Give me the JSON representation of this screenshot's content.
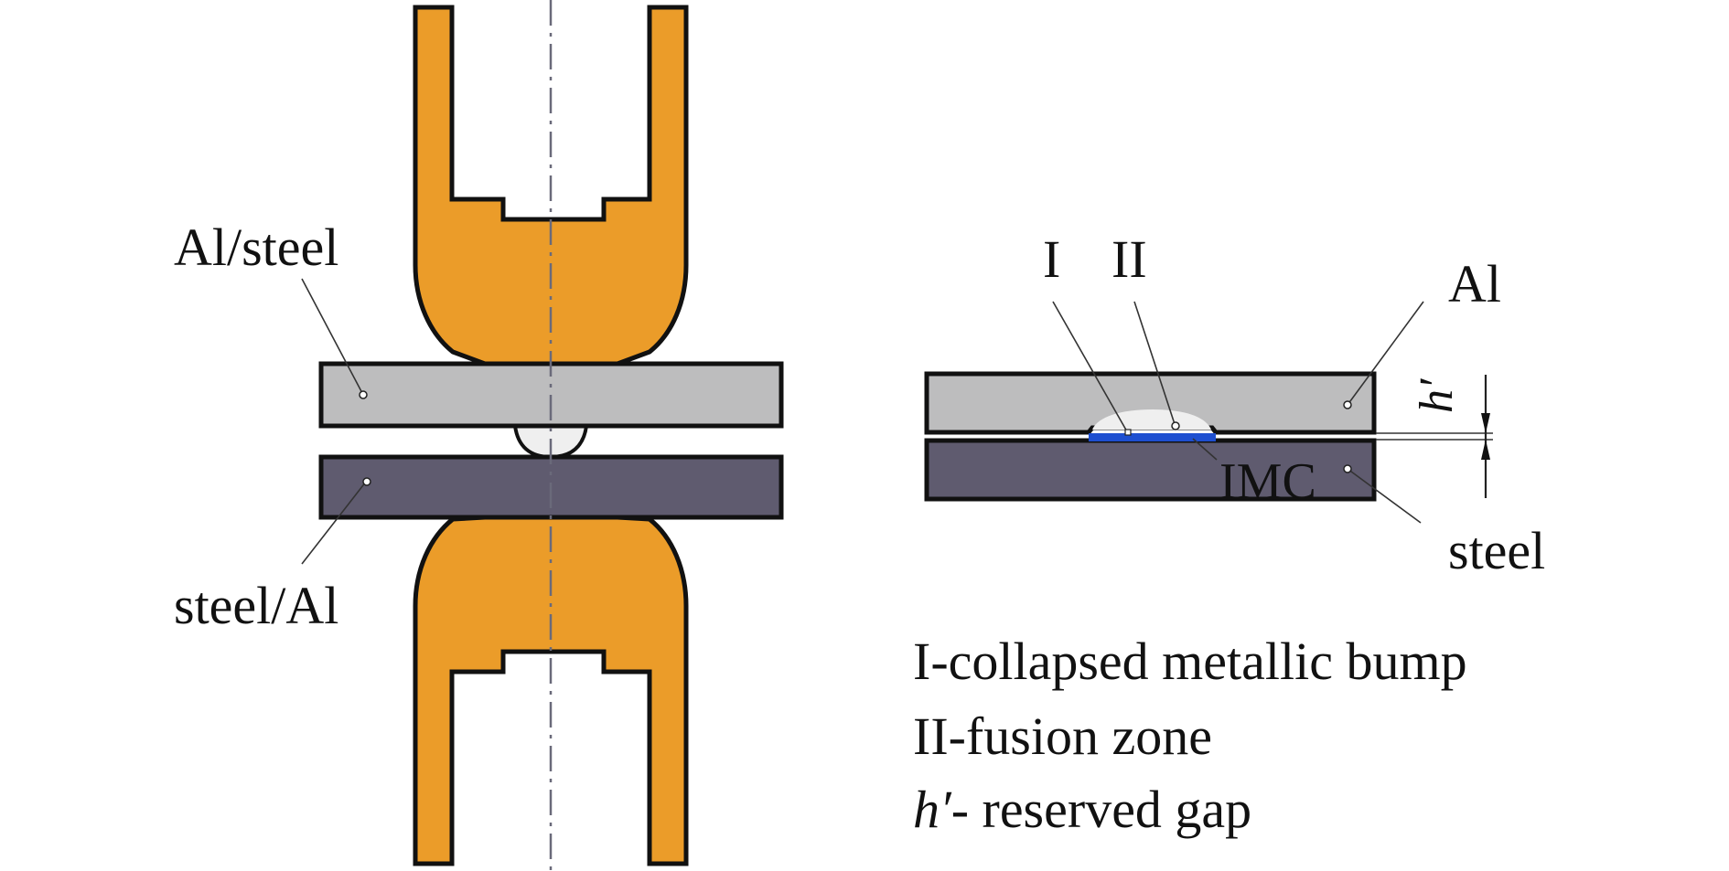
{
  "figure": {
    "left": {
      "label_top": "Al/steel",
      "label_bottom": "steel/Al"
    },
    "right": {
      "label_I": "I",
      "label_II": "II",
      "label_Al": "Al",
      "label_steel": "steel",
      "label_IMC": "IMC",
      "label_gap_symbol": "h′"
    },
    "legend": [
      {
        "key": "I",
        "text": "-collapsed metallic bump"
      },
      {
        "key": "II",
        "text": "-fusion zone"
      },
      {
        "key": "h′",
        "text": "- reserved gap",
        "key_italic": true
      }
    ]
  },
  "colors": {
    "electrode": "#EB9C29",
    "aluminum": "#BDBDBE",
    "steel": "#5F5B6F",
    "bump": "#EFEFEF",
    "imc": "#1E4FD0",
    "outline": "#111111"
  }
}
